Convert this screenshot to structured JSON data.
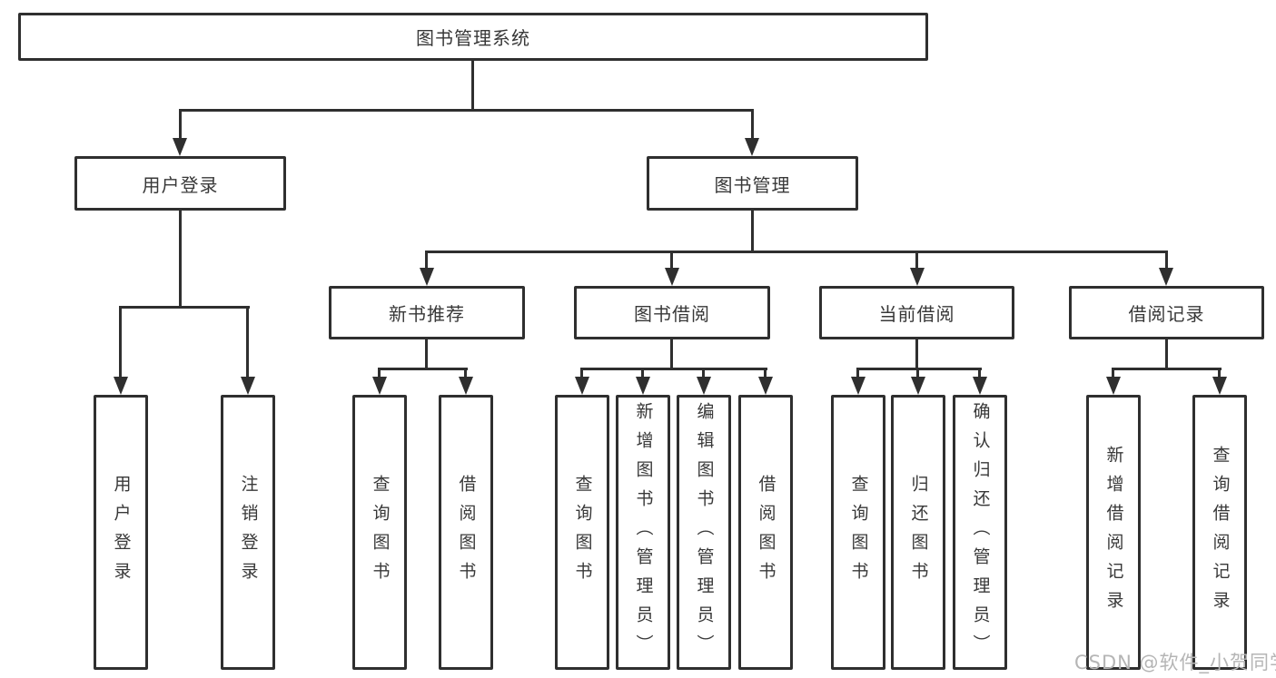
{
  "diagram": {
    "type": "tree",
    "title": "图书管理系统",
    "watermark": "CSDN @软件_小贺同学",
    "colors": {
      "line": "#2f2f2f",
      "text": "#383838",
      "background": "#ffffff",
      "watermark": "#b5b5b5"
    },
    "tree": {
      "label": "图书管理系统",
      "children": [
        {
          "label": "用户登录",
          "children": [
            {
              "label": "用户登录"
            },
            {
              "label": "注销登录"
            }
          ]
        },
        {
          "label": "图书管理",
          "children": [
            {
              "label": "新书推荐",
              "children": [
                {
                  "label": "查询图书"
                },
                {
                  "label": "借阅图书"
                }
              ]
            },
            {
              "label": "图书借阅",
              "children": [
                {
                  "label": "查询图书"
                },
                {
                  "label": "新增图书（管理员）"
                },
                {
                  "label": "编辑图书（管理员）"
                },
                {
                  "label": "借阅图书"
                }
              ]
            },
            {
              "label": "当前借阅",
              "children": [
                {
                  "label": "查询图书"
                },
                {
                  "label": "归还图书"
                },
                {
                  "label": "确认归还（管理员）"
                }
              ]
            },
            {
              "label": "借阅记录",
              "children": [
                {
                  "label": "新增借阅记录"
                },
                {
                  "label": "查询借阅记录"
                }
              ]
            }
          ]
        }
      ]
    }
  }
}
